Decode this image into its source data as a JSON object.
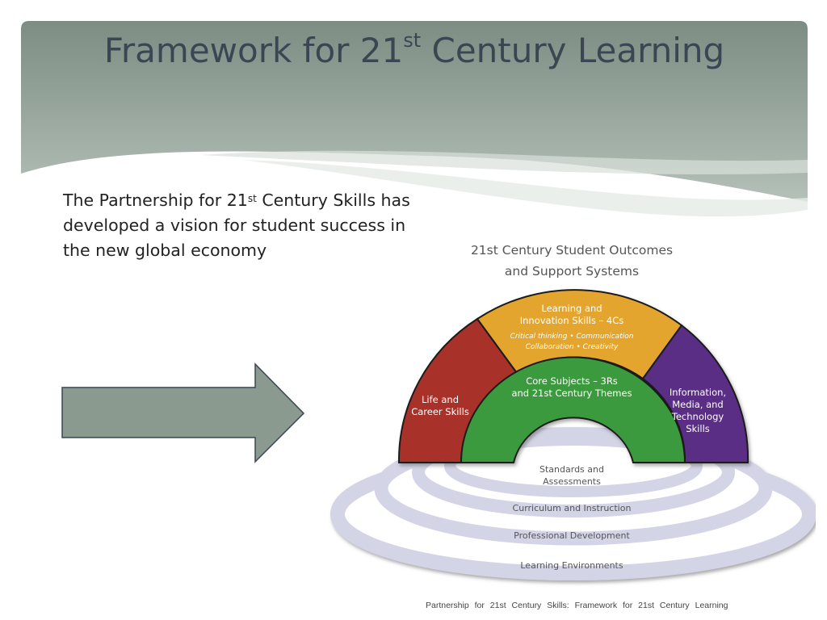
{
  "slide": {
    "title": {
      "main": "Framework for 21",
      "sup": "st",
      "rest": " Century Learning"
    },
    "intro": {
      "part1": "The Partnership for 21",
      "sup": "st",
      "part2": " Century Skills has developed a vision for student success in the new global economy"
    },
    "caption": "Partnership for 21st Century Skills: Framework for 21st Century Learning"
  },
  "diagram": {
    "heading_line1": "21st Century Student Outcomes",
    "heading_line2": "and Support Systems",
    "outcomes": {
      "learning": {
        "line1": "Learning and",
        "line2": "Innovation Skills – 4Cs",
        "sub1": "Critical thinking • Communication",
        "sub2": "Collaboration • Creativity",
        "color": "#e3a52f"
      },
      "life": {
        "line1": "Life and",
        "line2": "Career Skills",
        "color": "#a8312c"
      },
      "info": {
        "line1": "Information,",
        "line2": "Media, and",
        "line3": "Technology",
        "line4": "Skills",
        "color": "#5a2d84"
      },
      "core": {
        "line1": "Core Subjects – 3Rs",
        "line2": "and 21st Century Themes",
        "color": "#3a9a3d"
      }
    },
    "support_systems": [
      "Standards and",
      "Assessments",
      "Curriculum and Instruction",
      "Professional Development",
      "Learning Environments"
    ],
    "ring_color": "#d3d4e6"
  }
}
